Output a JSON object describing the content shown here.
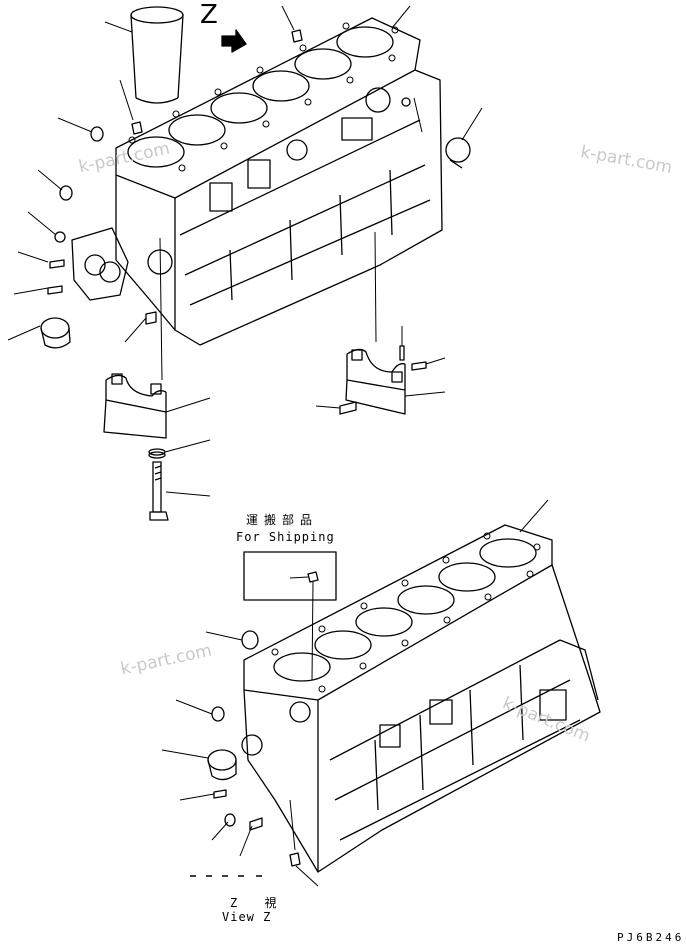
{
  "diagram": {
    "view_letter": "Z",
    "shipping_label_jp": "運搬部品",
    "shipping_label_en": "For Shipping",
    "view_label_jp": "Z 視",
    "view_label_en": "View Z",
    "drawing_code": "PJ6B246",
    "watermarks": [
      "k-part.com",
      "k-part.com",
      "k-part.com",
      "k-part.com"
    ]
  }
}
